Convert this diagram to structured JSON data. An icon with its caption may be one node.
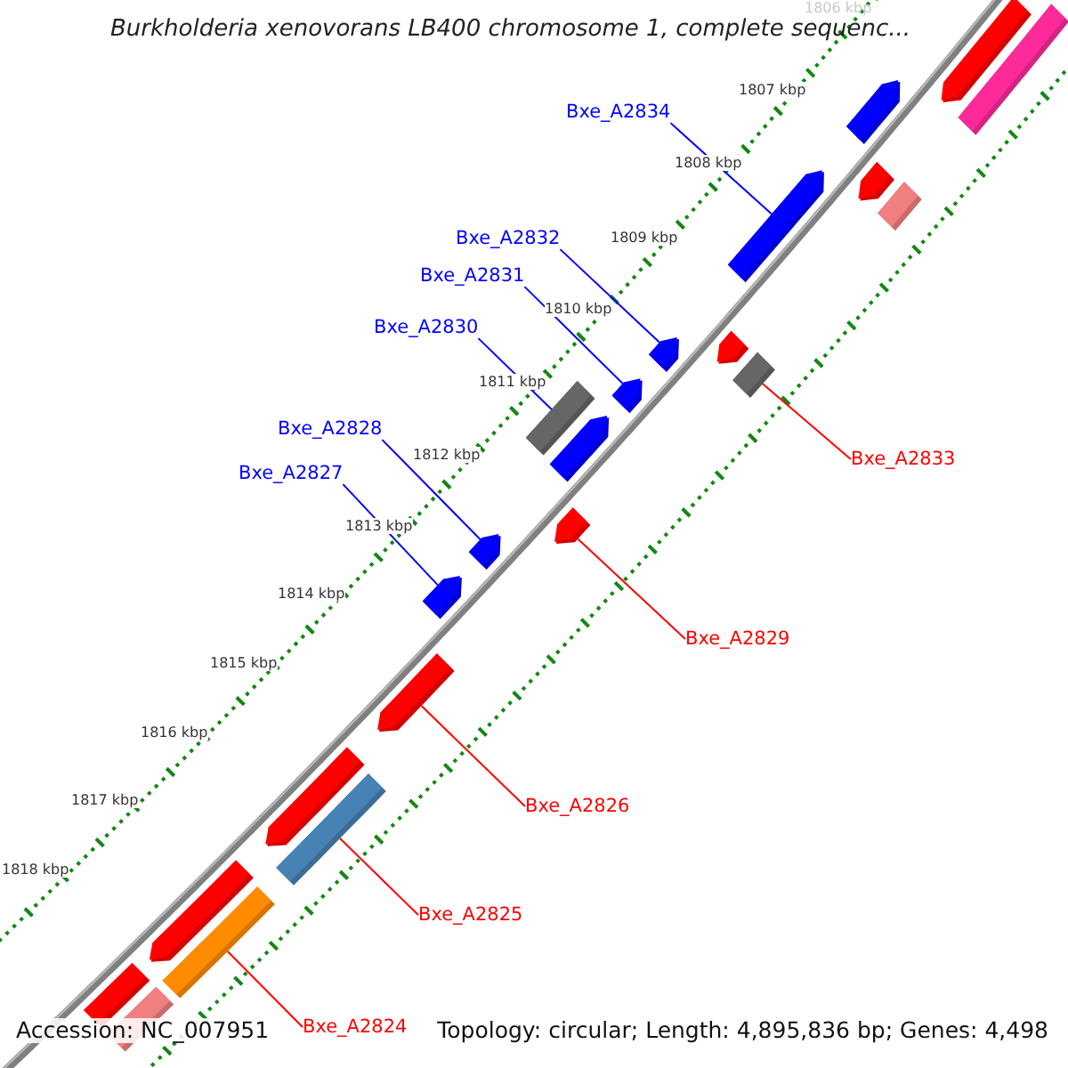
{
  "diagram": {
    "title": "Burkholderia xenovorans LB400 chromosome 1, complete sequenc...",
    "nodes": [
      {
        "text": [
          "Bxe_A2834"
        ]
      },
      {
        "text": [
          "Bxe_A2832"
        ]
      },
      {
        "text": [
          "Bxe_A2831"
        ]
      },
      {
        "text": [
          "Bxe_A2830"
        ]
      },
      {
        "text": [
          "Bxe_A2828"
        ]
      },
      {
        "text": [
          "Bxe_A2833"
        ]
      },
      {
        "text": [
          "Bxe_A2827"
        ]
      },
      {
        "text": [
          "Bxe_A2829"
        ]
      },
      {
        "text": [
          "Bxe_A2826"
        ]
      },
      {
        "text": [
          "Bxe_A2825"
        ]
      },
      {
        "text": [
          "Bxe_A2824"
        ]
      },
      {
        "text": [],
        "shape": "pentagon"
      },
      {
        "text": [],
        "shape": "bar"
      },
      {
        "text": [],
        "shape": "pentagon"
      },
      {
        "text": [],
        "shape": "pentagon"
      },
      {
        "text": [],
        "shape": "pentagon"
      },
      {
        "text": [],
        "shape": "bar"
      },
      {
        "text": [],
        "shape": "pentagon"
      },
      {
        "text": [],
        "shape": "pentagon"
      },
      {
        "text": [],
        "shape": "pentagon"
      },
      {
        "text": [],
        "shape": "bar"
      },
      {
        "text": [],
        "shape": "bar"
      },
      {
        "text": [],
        "shape": "pentagon"
      },
      {
        "text": [],
        "shape": "pentagon"
      },
      {
        "text": [],
        "shape": "pentagon"
      },
      {
        "text": [],
        "shape": "pentagon"
      },
      {
        "text": [],
        "shape": "pentagon"
      },
      {
        "text": [],
        "shape": "pentagon"
      },
      {
        "text": [],
        "shape": "bar"
      },
      {
        "text": [],
        "shape": "pentagon"
      },
      {
        "text": [],
        "shape": "bar"
      },
      {
        "text": [],
        "shape": "bar"
      },
      {
        "text": [],
        "shape": "bar"
      }
    ],
    "edges": [
      {
        "from": 0,
        "to": 14,
        "arrow": "none"
      },
      {
        "from": 1,
        "to": 17,
        "arrow": "none"
      },
      {
        "from": 2,
        "to": 18,
        "arrow": "none"
      },
      {
        "from": 3,
        "to": 21,
        "arrow": "none"
      },
      {
        "from": 4,
        "to": 24,
        "arrow": "none"
      },
      {
        "from": 5,
        "to": 20,
        "arrow": "none",
        "color": "#ff0000"
      },
      {
        "from": 6,
        "to": 25,
        "arrow": "none"
      },
      {
        "from": 7,
        "to": 23,
        "arrow": "none",
        "color": "#ff0000"
      },
      {
        "from": 8,
        "to": 26,
        "arrow": "none",
        "color": "#ff0000"
      },
      {
        "from": 9,
        "to": 28,
        "arrow": "none",
        "color": "#ff0000"
      },
      {
        "from": 10,
        "to": 30,
        "arrow": "none",
        "color": "#ff0000"
      }
    ],
    "labels": [
      "1806 kbp",
      "1807 kbp",
      "1808 kbp",
      "1809 kbp",
      "1810 kbp",
      "1811 kbp",
      "1812 kbp",
      "1813 kbp",
      "1814 kbp",
      "1815 kbp",
      "1816 kbp",
      "1817 kbp",
      "1818 kbp",
      "Accession: NC_007951",
      "Topology: circular; Length: 4,895,836 bp; Genes: 4,498"
    ]
  }
}
